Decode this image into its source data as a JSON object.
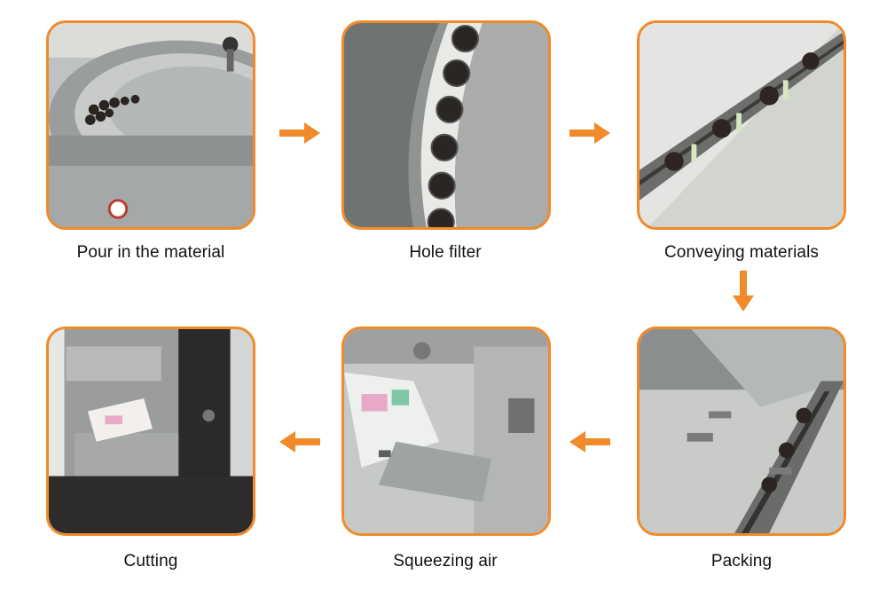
{
  "accent_color": "#f08a2a",
  "steps": [
    {
      "label": "Pour in the material",
      "image": "hopper-bowl-photo"
    },
    {
      "label": "Hole filter",
      "image": "perforated-disc-photo"
    },
    {
      "label": "Conveying materials",
      "image": "conveyor-track-photo"
    },
    {
      "label": "Packing",
      "image": "packing-station-photo"
    },
    {
      "label": "Squeezing air",
      "image": "film-sealing-photo"
    },
    {
      "label": "Cutting",
      "image": "cutting-unit-photo"
    }
  ],
  "arrows": [
    {
      "direction": "right",
      "icon": "arrow-right-icon"
    },
    {
      "direction": "right",
      "icon": "arrow-right-icon"
    },
    {
      "direction": "down",
      "icon": "arrow-down-icon"
    },
    {
      "direction": "left",
      "icon": "arrow-left-icon"
    },
    {
      "direction": "left",
      "icon": "arrow-left-icon"
    }
  ]
}
